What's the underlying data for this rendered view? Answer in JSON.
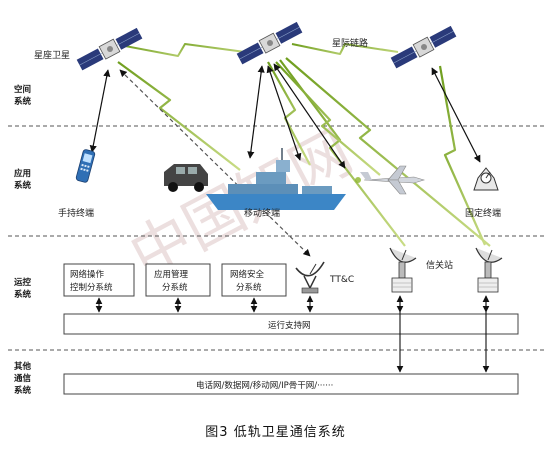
{
  "layers": {
    "space": [
      "空间",
      "系统"
    ],
    "application": [
      "应用",
      "系统"
    ],
    "ops": [
      "运控",
      "系统"
    ],
    "other": [
      "其他",
      "通信",
      "系统"
    ]
  },
  "labels": {
    "constellation_satellite": "星座卫星",
    "intersat_link": "星际链路",
    "handheld_terminal": "手持终端",
    "mobile_terminal": "移动终端",
    "fixed_terminal": "固定终端",
    "ttc": "TT&C",
    "gateway": "信关站"
  },
  "ops_boxes": [
    [
      "网络操作",
      "控制分系统"
    ],
    [
      "应用管理",
      "分系统"
    ],
    [
      "网络安全",
      "分系统"
    ]
  ],
  "ops_support_network": "运行支持网",
  "other_networks": "电话网/数据网/移动网/IP骨干网/······",
  "caption": "图3 低轨卫星通信系统",
  "watermark": "中国知网",
  "colors": {
    "satellite_panel": "#2a3a7a",
    "link_green": "#8db52c",
    "arrow": "#111111",
    "dashed_line": "#555555"
  }
}
